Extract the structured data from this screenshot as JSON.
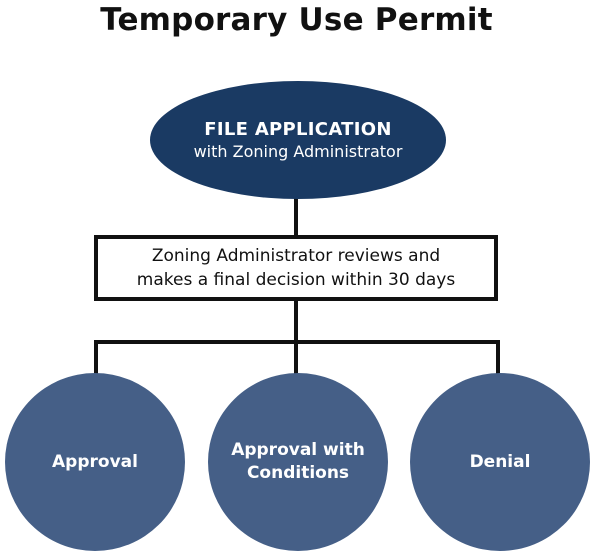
{
  "title": "Temporary Use Permit",
  "start": {
    "line1": "FILE APPLICATION",
    "line2": "with Zoning Administrator"
  },
  "review": {
    "line1": "Zoning Administrator reviews and",
    "line2": "makes a final decision within 30 days"
  },
  "outcomes": [
    {
      "lines": [
        "Approval"
      ]
    },
    {
      "lines": [
        "Approval with",
        "Conditions"
      ]
    },
    {
      "lines": [
        "Denial"
      ]
    }
  ],
  "colors": {
    "start_fill": "#1a3a63",
    "outcome_fill": "#455f87",
    "connector": "#111111"
  }
}
